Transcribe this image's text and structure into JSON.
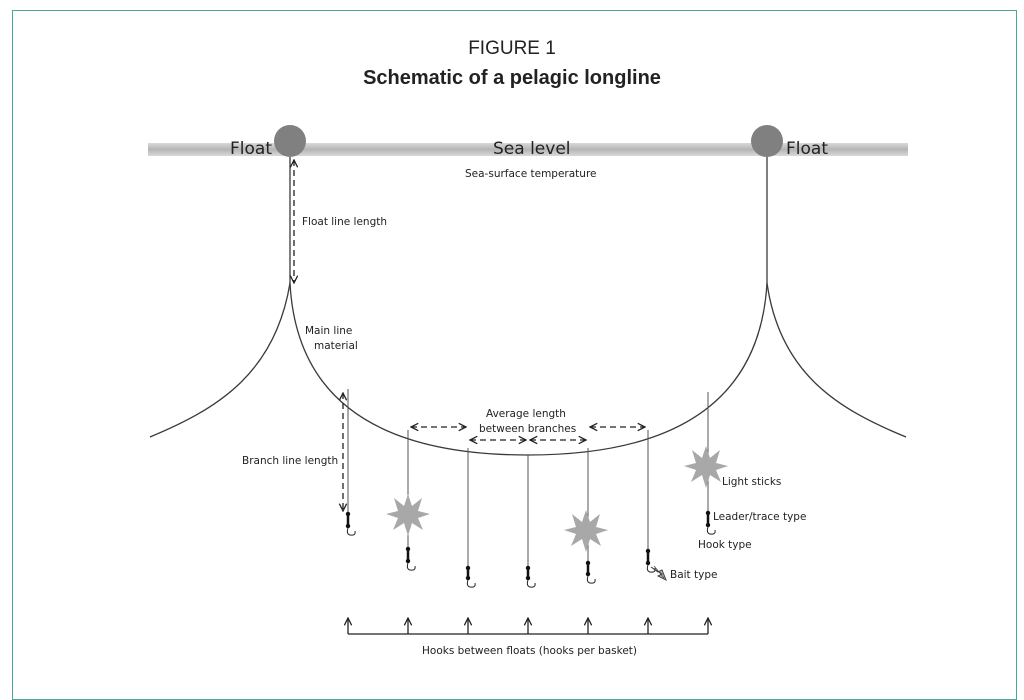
{
  "figure": {
    "label": "FIGURE 1",
    "title": "Schematic of a pelagic longline"
  },
  "labels": {
    "float_left": "Float",
    "float_right": "Float",
    "sea_level": "Sea level",
    "sea_surface_temperature": "Sea-surface temperature",
    "float_line_length": "Float line length",
    "main_line_material_1": "Main line",
    "main_line_material_2": "material",
    "average_length_1": "Average length",
    "average_length_2": "between branches",
    "branch_line_length": "Branch line length",
    "light_sticks": "Light sticks",
    "leader_trace_type": "Leader/trace type",
    "hook_type": "Hook type",
    "bait_type": "Bait type",
    "hooks_between_floats": "Hooks between floats (hooks per basket)"
  },
  "colors": {
    "frame": "#4aa79a",
    "sea_level_bar": "#c8c8c8",
    "float": "#7f7f7f",
    "light_stick": "#a6a6a6",
    "line": "#3a3a3a"
  }
}
